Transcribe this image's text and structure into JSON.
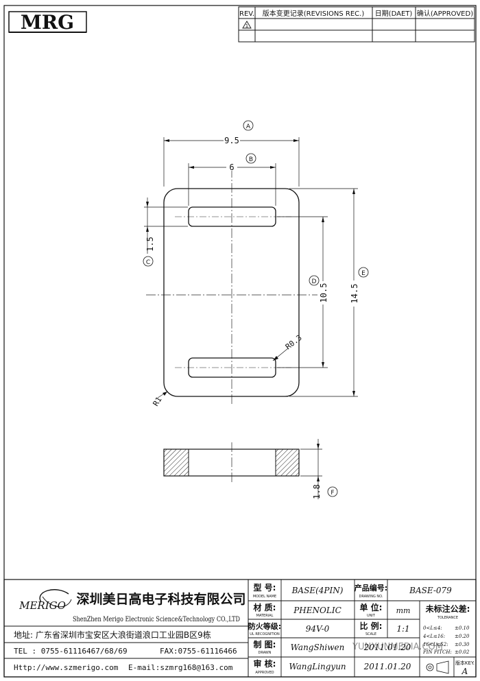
{
  "logo": {
    "text": "MRG"
  },
  "revision_table": {
    "col_rev": "REV.",
    "col_revisions": "版本变更记录(REVISIONS REC.)",
    "col_date": "日期(DAET)",
    "col_approved": "确认(APPROVED)",
    "row1_rev": "1"
  },
  "dimensions": {
    "a": {
      "label": "A",
      "value": "9.5"
    },
    "b": {
      "label": "B",
      "value": "6"
    },
    "c": {
      "label": "C",
      "value": "1.5"
    },
    "d": {
      "label": "D",
      "value": "10.5"
    },
    "e": {
      "label": "E",
      "value": "14.5"
    },
    "f": {
      "label": "F",
      "value": "1.8"
    },
    "slot_radius": "R0.3",
    "corner_radius": "R1"
  },
  "title_block": {
    "company_logo": "MERIGO",
    "company_cn": "深圳美日高电子科技有限公司",
    "company_en": "ShenZhen Merigo Electronic Science&Technology CO.,LTD",
    "address": "地址: 广东省深圳市宝安区大浪街道浪口工业园B区9栋",
    "tel": "TEL : 0755-61116467/68/69",
    "fax": "FAX:0755-61116466",
    "web": "Http://www.szmerigo.com",
    "email": "E-mail:szmrg168@163.com",
    "model_cn": "型 号:",
    "model_en": "MODEL NAME",
    "model_value": "BASE(4PIN)",
    "drawing_no_cn": "产品编号:",
    "drawing_no_en": "DRAWING NO.",
    "drawing_no_value": "BASE-079",
    "material_cn": "材 质:",
    "material_en": "MATERIAL",
    "material_value": "PHENOLIC",
    "unit_cn": "单 位:",
    "unit_en": "UNIT",
    "unit_value": "mm",
    "tolerance_cn": "未标注公差:",
    "tolerance_en": "TOLERANCE",
    "ul_cn": "防火等级:",
    "ul_en": "UL RECOGNITION",
    "ul_value": "94V-0",
    "scale_cn": "比 例:",
    "scale_en": "SCALE",
    "scale_value": "1:1",
    "tol_1_range": "0<L≤4:",
    "tol_1_value": "±0.10",
    "tol_2_range": "4<L≤16:",
    "tol_2_value": "±0.20",
    "tol_3_range": "16<L≤52:",
    "tol_3_value": "±0.30",
    "tol_4_range": "PIN PITCH:",
    "tol_4_value": "±0.02",
    "drawn_cn": "制 图:",
    "drawn_en": "DRAWN",
    "drawn_name": "WangShiwen",
    "drawn_date": "2011.01.20",
    "approved_cn": "审 核:",
    "approved_en": "APPROVED",
    "approved_name": "WangLingyun",
    "approved_date": "2011.01.20",
    "version_cn": "版本KEY.",
    "version_value": "A"
  },
  "watermark": "YUNXUNMEDIA.COM"
}
